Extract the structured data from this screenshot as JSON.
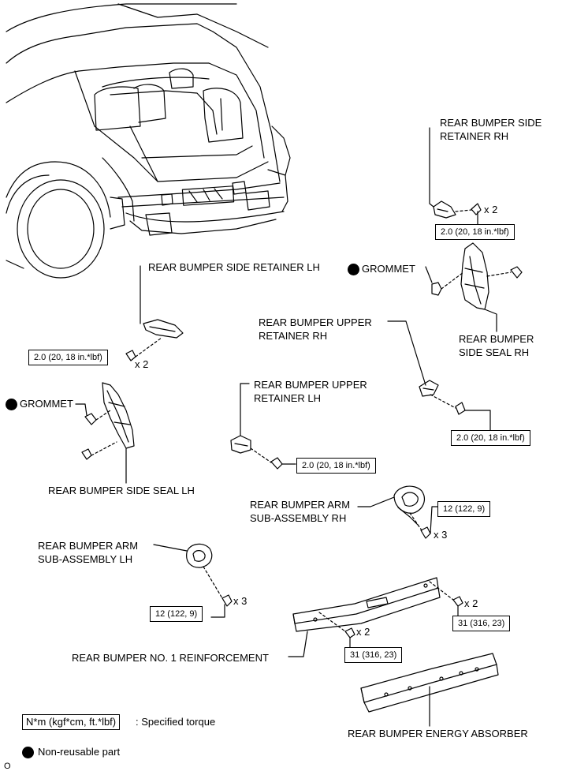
{
  "labels": {
    "side_retainer_rh": [
      "REAR BUMPER SIDE",
      "RETAINER RH"
    ],
    "side_retainer_lh": "REAR BUMPER SIDE RETAINER LH",
    "grommet": "GROMMET",
    "side_seal_rh": [
      "REAR BUMPER",
      "SIDE SEAL RH"
    ],
    "upper_retainer_rh": [
      "REAR BUMPER UPPER",
      "RETAINER RH"
    ],
    "upper_retainer_lh": [
      "REAR BUMPER UPPER",
      "RETAINER LH"
    ],
    "side_seal_lh": "REAR BUMPER SIDE SEAL LH",
    "arm_rh": [
      "REAR BUMPER ARM",
      "SUB-ASSEMBLY RH"
    ],
    "arm_lh": [
      "REAR BUMPER ARM",
      "SUB-ASSEMBLY LH"
    ],
    "reinforcement": "REAR BUMPER NO. 1 REINFORCEMENT",
    "energy_absorber": "REAR BUMPER ENERGY ABSORBER"
  },
  "torque": {
    "retainer": "2.0 (20, 18 in.*lbf)",
    "arm": "12 (122, 9)",
    "reinforcement": "31 (316, 23)"
  },
  "quantities": {
    "x2": "x 2",
    "x3": "x 3"
  },
  "legend": {
    "torque_units": "N*m (kgf*cm, ft.*lbf)",
    "torque_desc": ": Specified torque",
    "non_reusable": "Non-reusable part"
  },
  "figure_code": "O"
}
